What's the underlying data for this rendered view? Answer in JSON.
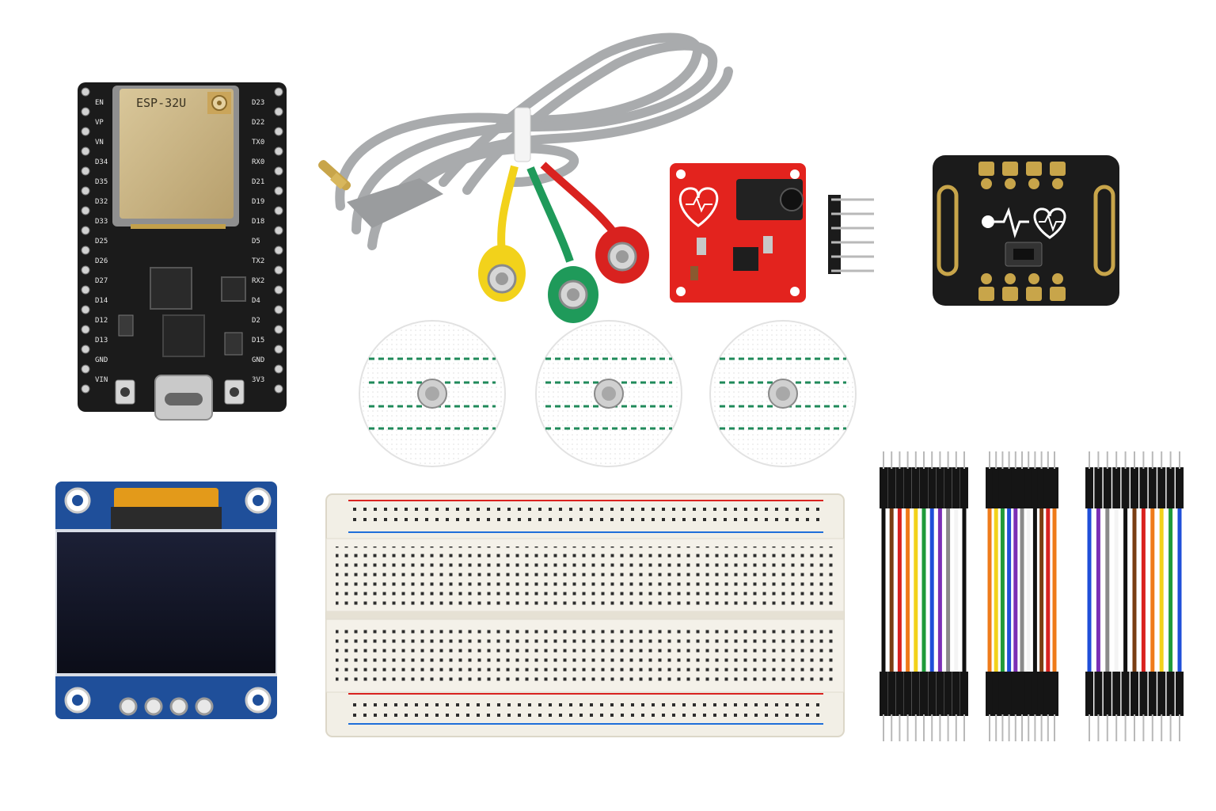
{
  "image": {
    "content": "flat lay of electronics components for an ECG / heart-rate project on a white background"
  },
  "esp32": {
    "module_label": "ESP-32U",
    "pin_labels_left": [
      "EN",
      "VP",
      "VN",
      "D34",
      "D35",
      "D32",
      "D33",
      "D25",
      "D26",
      "D27",
      "D14",
      "D12",
      "D13",
      "GND",
      "VIN"
    ],
    "pin_labels_right": [
      "D23",
      "D22",
      "TX0",
      "RX0",
      "D21",
      "D19",
      "D18",
      "D5",
      "TX2",
      "RX2",
      "D4",
      "D2",
      "D15",
      "GND",
      "3V3"
    ]
  },
  "colors": {
    "pcb_black": "#1b1b1b",
    "ecg_red": "#e3231e",
    "oled_blue": "#1f4f9a",
    "lead_yellow": "#f2d21b",
    "lead_green": "#1f9a5a",
    "lead_red": "#d9221f",
    "cable_gray": "#a9abad",
    "breadboard": "#f2efe6"
  },
  "jumper_colors": [
    "#111111",
    "#7a3e13",
    "#d9221f",
    "#ef7b1a",
    "#f2d21b",
    "#1f9a3a",
    "#1f4fd9",
    "#7b2fb5",
    "#8a8a8a",
    "#f4f4f4"
  ]
}
